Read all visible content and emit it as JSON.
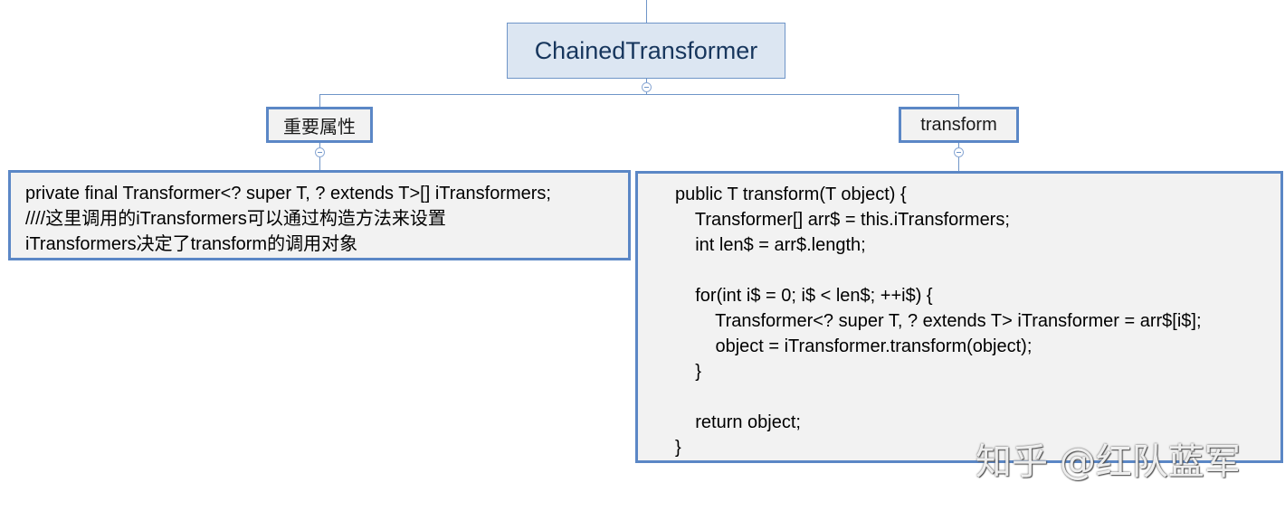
{
  "root": {
    "label": "ChainedTransformer"
  },
  "branches": [
    {
      "label": "重要属性"
    },
    {
      "label": "transform"
    }
  ],
  "leaf_left": {
    "lines": [
      "private final Transformer<? super T, ? extends T>[] iTransformers;",
      "////这里调用的iTransformers可以通过构造方法来设置",
      "iTransformers决定了transform的调用对象"
    ]
  },
  "leaf_right": {
    "lines": [
      "public T transform(T object) {",
      "    Transformer[] arr$ = this.iTransformers;",
      "    int len$ = arr$.length;",
      "",
      "    for(int i$ = 0; i$ < len$; ++i$) {",
      "        Transformer<? super T, ? extends T> iTransformer = arr$[i$];",
      "        object = iTransformer.transform(object);",
      "    }",
      "",
      "    return object;",
      "}"
    ]
  },
  "watermark": "知乎 @红队蓝军"
}
